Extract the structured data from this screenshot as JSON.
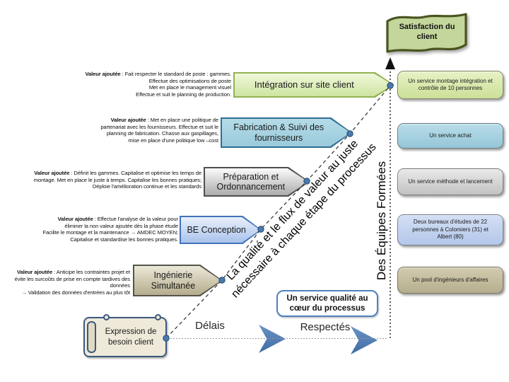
{
  "colors": {
    "stage_green": "#cde4a0",
    "stage_blue": "#9acadb",
    "stage_gray": "#c9c9c9",
    "stage_periwinkle": "#a9c3ec",
    "stage_tan": "#b4ac8d",
    "accent_blue": "#4f81bd",
    "flag_green": "#c3d69b",
    "flag_border": "#4a5420",
    "scroll_border": "#39597f"
  },
  "flag_label": "Satisfaction du client",
  "stages": [
    {
      "ann_label": "Valeur ajoutée",
      "ann_lines": [
        " : Fait respecter le standard de poste : gammes.",
        "Effectue des optimisations de poste",
        "Met en place le management visuel",
        "Effectue et suit le planning de production."
      ],
      "arrow_label": "Intégration sur site client",
      "service": "Un service  montage intégration et contrôle de 10 personnes"
    },
    {
      "ann_label": "Valeur ajoutée",
      "ann_lines": [
        " : Met en place une politique de",
        "partenariat avec les fournisseurs. Effectue et suit le",
        "planning de fabrication. Chasse aux gaspillages,",
        "mise en place d'une politique low –cost"
      ],
      "arrow_label": "Fabrication & Suivi des fournisseurs",
      "service": "Un service achat"
    },
    {
      "ann_label": "Valeur ajoutée",
      "ann_lines": [
        " : Définit les gammes. Capitalise et optimise les temps de",
        "montage. Met en place le juste à temps. Capitalise les bonnes pratiques;",
        "Déploie l'amélioration continue et les standards"
      ],
      "arrow_label": "Préparation et Ordonnancement",
      "service": "Un service méthode et lancement"
    },
    {
      "ann_label": "Valeur ajoutée",
      "ann_lines": [
        " : Effectue l'analyse de la valeur pour",
        "éliminer  la non valeur ajoutée dès la phase étude",
        "Facilite le montage et la maintenance → AMDEC MOYEN;",
        "Capitalise et standardise les  bonnes pratiques."
      ],
      "arrow_label": "BE Conception",
      "service": "Deux bureaux d'études de 22 personnes à Colomiers (31) et Albert (80)"
    },
    {
      "ann_label": "Valeur ajoutée",
      "ann_lines": [
        " : Anticipe les contraintes projet et",
        "évite les surcoûts de prise en compte tardives des",
        "données",
        "→ Validation des données d'entrées au plus tôt"
      ],
      "arrow_label": "Ingénierie Simultanée",
      "service": "Un pool d'ingénieurs d'affaires"
    }
  ],
  "diagonal_text": {
    "line1": "La qualité et le flux de valeur au juste",
    "line2": "nécessaire à chaque étape du processus"
  },
  "vertical_text": "Des Équipes Formées",
  "quality_box": "Un service qualité au cœur du processus",
  "timeline": {
    "start": "Délais",
    "end": "Respectés"
  },
  "scroll_label": "Expression de besoin client"
}
